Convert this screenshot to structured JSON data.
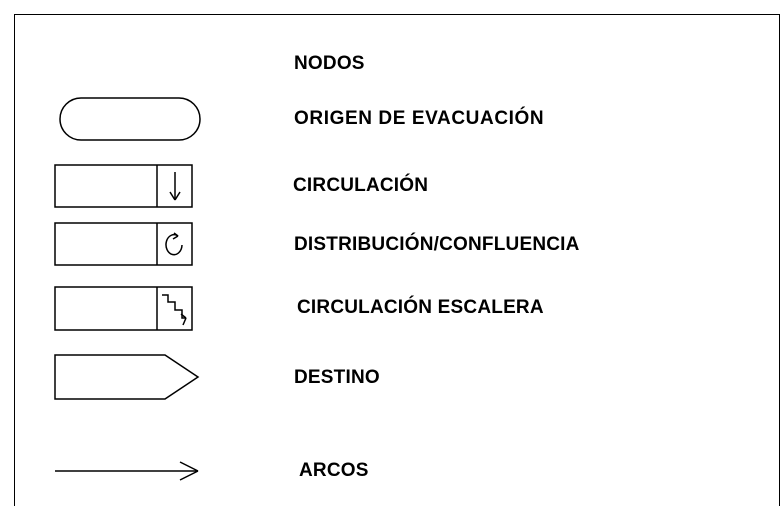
{
  "legend": {
    "header": "NODOS",
    "items": [
      {
        "shape": "rounded-rectangle",
        "label": "ORIGEN  DE  EVACUACIÓN"
      },
      {
        "shape": "rectangle-with-down-arrow",
        "label": "CIRCULACIÓN"
      },
      {
        "shape": "rectangle-with-loop-arrow",
        "label": "DISTRIBUCIÓN/CONFLUENCIA"
      },
      {
        "shape": "rectangle-with-stair-arrow",
        "label": "CIRCULACIÓN  ESCALERA"
      },
      {
        "shape": "pentagon-arrow",
        "label": "DESTINO"
      },
      {
        "shape": "arrow-line",
        "label": "ARCOS"
      }
    ]
  },
  "colors": {
    "stroke": "#000000",
    "background": "#ffffff"
  }
}
